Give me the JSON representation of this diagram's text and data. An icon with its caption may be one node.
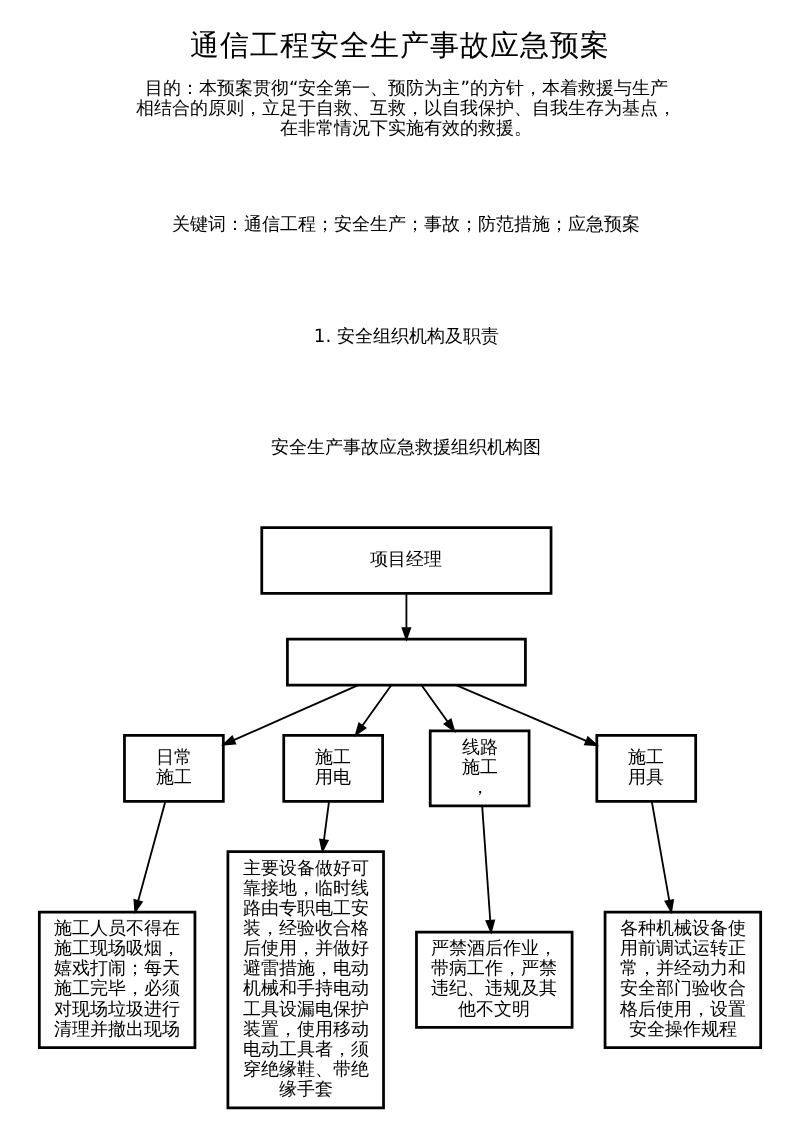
{
  "diagram": {
    "title": "通信工程安全生产事故应急预案",
    "nodes": [
      {
        "text": [
          "项目经理"
        ]
      },
      {
        "text": [],
        "shape": "box"
      },
      {
        "text": [
          "日常施工"
        ]
      },
      {
        "text": [
          "施工用电"
        ]
      },
      {
        "text": [
          "线路施工，"
        ]
      },
      {
        "text": [
          "施工用具"
        ]
      },
      {
        "text": [
          "施工人员不得在施工现场吸烟，嬉戏打闹；每天施工完毕，必须对现场垃圾进行清理并撤出现场"
        ]
      },
      {
        "text": [
          "主要设备做好可靠接地，临时线路由专职电工安装，经验收合格后使用，并做好避雷措施，电动机械和手持电动工具设漏电保护装置，使用移动电动工具者，须穿绝缘鞋、带绝缘手套"
        ]
      },
      {
        "text": [
          "严禁酒后作业，带病工作，严禁违纪、违规及其他不文明"
        ]
      },
      {
        "text": [
          "各种机械设备使用前调试运转正常，并经动力和安全部门验收合格后使用，设置安全操作规程"
        ]
      }
    ],
    "edges": [
      {
        "from": 0,
        "to": 1,
        "arrow": "to"
      },
      {
        "from": 1,
        "to": 2,
        "arrow": "to"
      },
      {
        "from": 1,
        "to": 3,
        "arrow": "to"
      },
      {
        "from": 1,
        "to": 4,
        "arrow": "to"
      },
      {
        "from": 1,
        "to": 5,
        "arrow": "to"
      },
      {
        "from": 2,
        "to": 6,
        "arrow": "to"
      },
      {
        "from": 3,
        "to": 7,
        "arrow": "to"
      },
      {
        "from": 4,
        "to": 8,
        "arrow": "to"
      },
      {
        "from": 5,
        "to": 9,
        "arrow": "to"
      }
    ],
    "labels": [
      "目的：本预案贯彻“安全第一、预防为主”的方针，本着救援与生产相结合的原则，立足于自救、互救，以自我保护、自我生存为基点，在非常情况下实施有效的救援。",
      "关键词：通信工程；安全生产；事故；防范措施；应急预案",
      "1. 安全组织机构及职责",
      "安全生产事故应急救援组织机构图"
    ]
  }
}
